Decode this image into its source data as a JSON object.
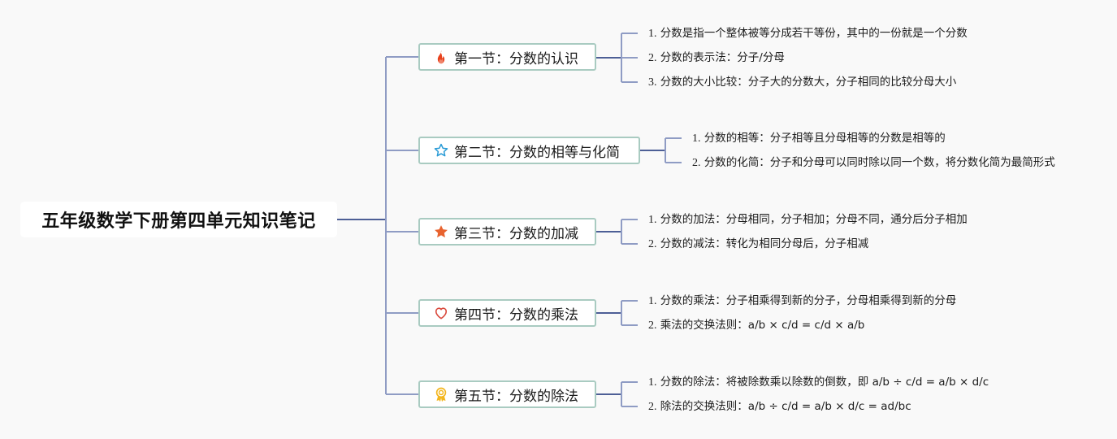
{
  "root": {
    "title": "五年级数学下册第四单元知识笔记"
  },
  "colors": {
    "background": "#f9f9f9",
    "main_line": "#4d5f96",
    "branch_line": "#8f9cc4",
    "section_border": "#a9cbc1"
  },
  "sections": [
    {
      "title": "第一节：分数的认识",
      "icon": "fire-icon",
      "icon_color": "#e8421d",
      "items": [
        {
          "num": "1.",
          "text": "分数是指一个整体被等分成若干等份，其中的一份就是一个分数"
        },
        {
          "num": "2.",
          "text": "分数的表示法：分子/分母"
        },
        {
          "num": "3.",
          "text": "分数的大小比较：分子大的分数大，分子相同的比较分母大小"
        }
      ]
    },
    {
      "title": "第二节：分数的相等与化简",
      "icon": "star-outline-icon",
      "icon_color": "#2a9bd6",
      "items": [
        {
          "num": "1.",
          "text": "分数的相等：分子相等且分母相等的分数是相等的"
        },
        {
          "num": "2.",
          "text": "分数的化简：分子和分母可以同时除以同一个数，将分数化简为最简形式"
        }
      ]
    },
    {
      "title": "第三节：分数的加减",
      "icon": "star-filled-icon",
      "icon_color": "#e8632f",
      "items": [
        {
          "num": "1.",
          "text": "分数的加法：分母相同，分子相加；分母不同，通分后分子相加"
        },
        {
          "num": "2.",
          "text": "分数的减法：转化为相同分母后，分子相减"
        }
      ]
    },
    {
      "title": "第四节：分数的乘法",
      "icon": "heart-outline-icon",
      "icon_color": "#d9473a",
      "items": [
        {
          "num": "1.",
          "text": "分数的乘法：分子相乘得到新的分子，分母相乘得到新的分母"
        },
        {
          "num": "2.",
          "text": "乘法的交换法则：a/b × c/d = c/d × a/b"
        }
      ]
    },
    {
      "title": "第五节：分数的除法",
      "icon": "award-medal-icon",
      "icon_color": "#f3b61f",
      "items": [
        {
          "num": "1.",
          "text": "分数的除法：将被除数乘以除数的倒数，即 a/b ÷ c/d = a/b × d/c"
        },
        {
          "num": "2.",
          "text": "除法的交换法则：a/b ÷ c/d = a/b × d/c = ad/bc"
        }
      ]
    }
  ]
}
